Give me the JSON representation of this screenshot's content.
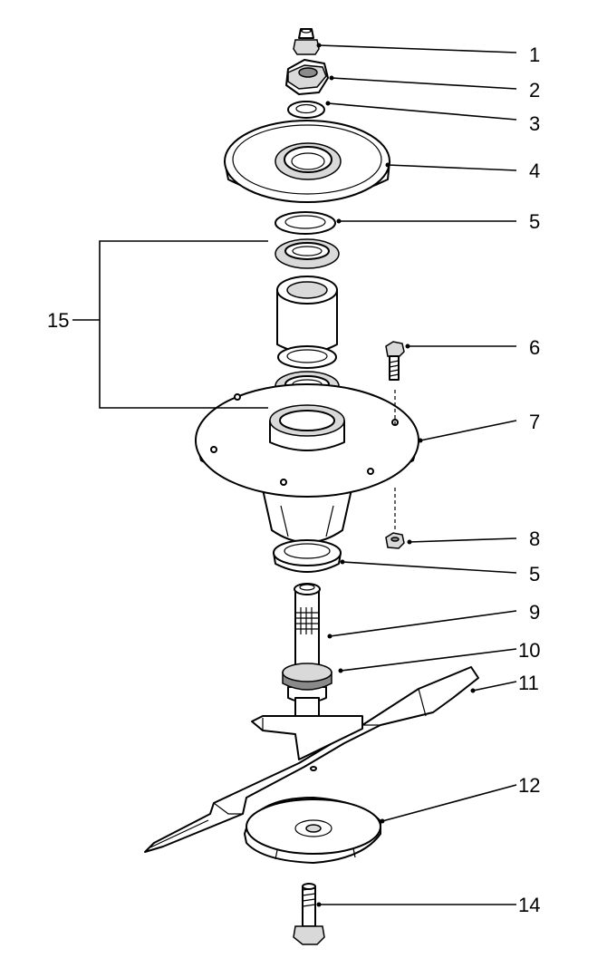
{
  "callouts": [
    {
      "id": "1",
      "label": "1"
    },
    {
      "id": "2",
      "label": "2"
    },
    {
      "id": "3",
      "label": "3"
    },
    {
      "id": "4",
      "label": "4"
    },
    {
      "id": "5a",
      "label": "5"
    },
    {
      "id": "6",
      "label": "6"
    },
    {
      "id": "7",
      "label": "7"
    },
    {
      "id": "8",
      "label": "8"
    },
    {
      "id": "5b",
      "label": "5"
    },
    {
      "id": "9",
      "label": "9"
    },
    {
      "id": "10",
      "label": "10"
    },
    {
      "id": "11",
      "label": "11"
    },
    {
      "id": "12",
      "label": "12"
    },
    {
      "id": "14",
      "label": "14"
    },
    {
      "id": "15",
      "label": "15"
    }
  ]
}
